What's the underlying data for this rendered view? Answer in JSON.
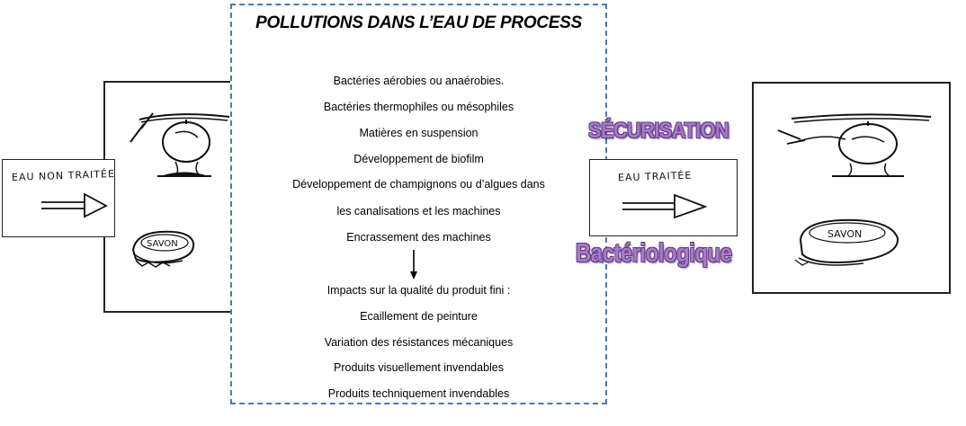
{
  "title": "POLLUTIONS DANS L’EAU DE PROCESS",
  "pollution_items": [
    "Bactéries aérobies ou anaérobies.",
    "Bactéries thermophiles ou mésophiles",
    "Matières en suspension",
    "Développement de biofilm",
    "Développement de champignons ou d’algues dans",
    "les canalisations et les machines",
    "Encrassement des machines"
  ],
  "impacts_heading": "Impacts sur la qualité du produit fini :",
  "impact_items": [
    "Ecaillement de peinture",
    "Variation des résistances mécaniques",
    "Produits visuellement invendables",
    "Produits techniquement invendables"
  ],
  "left_sketch": {
    "arrow_label": "EAU NON TRAITÉE",
    "soap_label": "SAVON"
  },
  "right_sketch": {
    "arrow_label": "EAU TRAITÉE",
    "soap_label": "SAVON"
  },
  "securisation_label": "SÉCURISATION",
  "bacteriologique_label": "Bactériologique",
  "colors": {
    "dashed_border": "#4a7ab8",
    "purple_text": "#a878c8"
  }
}
